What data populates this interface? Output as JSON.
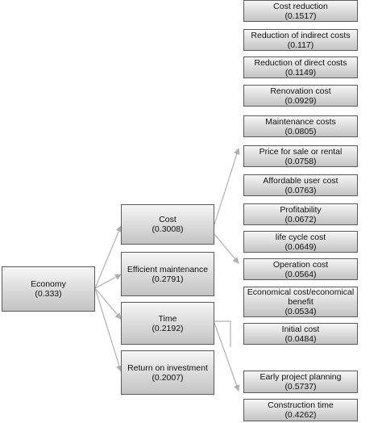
{
  "root": {
    "label": "Economy",
    "value": "(0.333)"
  },
  "mid": [
    {
      "label": "Cost",
      "value": "(0.3008)"
    },
    {
      "label": "Efficient maintenance",
      "value": "(0.2791)"
    },
    {
      "label": "Time",
      "value": "(0.2192)"
    },
    {
      "label": "Return on investment",
      "value": "(0.2007)"
    }
  ],
  "leaves": [
    {
      "label": "Cost reduction",
      "value": "(0.1517)"
    },
    {
      "label": "Reduction of indirect costs",
      "value": "(0.117)"
    },
    {
      "label": "Reduction of direct costs",
      "value": "(0.1149)"
    },
    {
      "label": "Renovation cost",
      "value": "(0.0929)"
    },
    {
      "label": "Maintenance costs",
      "value": "(0.0805)"
    },
    {
      "label": "Price for sale or rental",
      "value": "(0.0758)"
    },
    {
      "label": "Affordable user cost",
      "value": "(0.0763)"
    },
    {
      "label": "Profitability",
      "value": "(0.0672)"
    },
    {
      "label": "life cycle cost",
      "value": "(0.0649)"
    },
    {
      "label": "Operation cost",
      "value": "(0.0564)"
    },
    {
      "label": "Economical cost/economical benefit",
      "value": "(0.0534)"
    },
    {
      "label": "Initial cost",
      "value": "(0.0484)"
    },
    {
      "label": "Early project planning",
      "value": "(0.5737)"
    },
    {
      "label": "Construction time",
      "value": "(0.4262)"
    }
  ]
}
